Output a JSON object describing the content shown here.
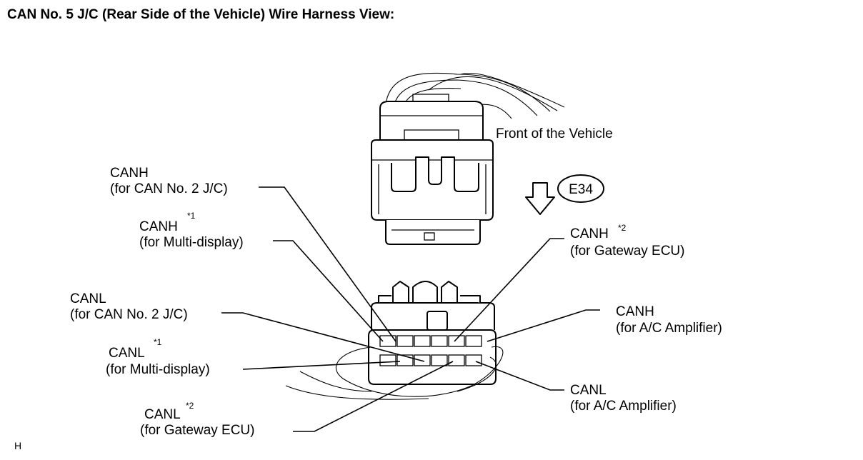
{
  "title": "CAN No. 5 J/C (Rear Side of the Vehicle) Wire Harness View:",
  "front_label": "Front of the Vehicle",
  "connector_code": "E34",
  "footer_code": "H",
  "terminals": {
    "canh_can2": {
      "name": "CANH",
      "desc": "(for CAN No. 2 J/C)"
    },
    "canh_multi": {
      "name": "CANH",
      "sup": "*1",
      "desc": "(for Multi-display)"
    },
    "canh_gateway": {
      "name": "CANH",
      "sup": "*2",
      "desc": "(for Gateway ECU)"
    },
    "canl_can2": {
      "name": "CANL",
      "desc": "(for CAN No. 2 J/C)"
    },
    "canh_ac": {
      "name": "CANH",
      "desc": "(for A/C Amplifier)"
    },
    "canl_multi": {
      "name": "CANL",
      "sup": "*1",
      "desc": "(for Multi-display)"
    },
    "canl_ac": {
      "name": "CANL",
      "desc": "(for A/C Amplifier)"
    },
    "canl_gateway": {
      "name": "CANL",
      "sup": "*2",
      "desc": "(for Gateway ECU)"
    }
  }
}
